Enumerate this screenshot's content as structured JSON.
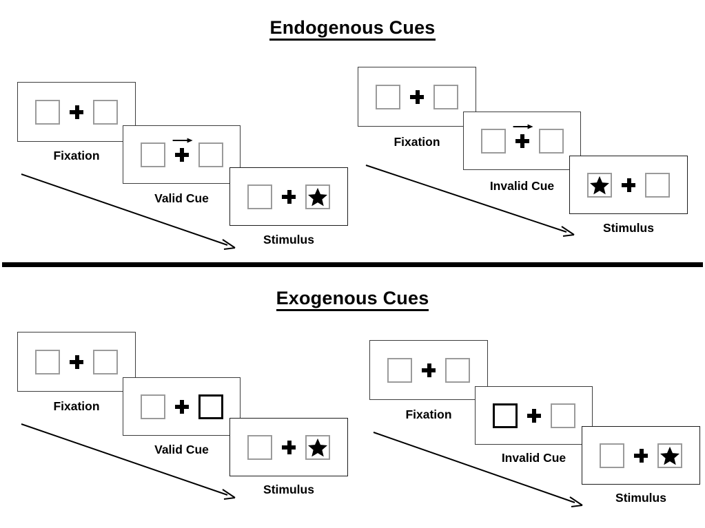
{
  "figure": {
    "type": "psychology-task-diagram",
    "description": "Posner cueing paradigm trial sequences for endogenous and exogenous cues"
  },
  "sections": [
    {
      "id": "endogenous",
      "title": "Endogenous Cues",
      "sequences": [
        {
          "id": "endogenous-valid",
          "validity": "valid",
          "frames": [
            {
              "label": "Fixation",
              "cue_type": "none",
              "left_box": "empty",
              "right_box": "empty",
              "arrow": "none",
              "center": "fixation-cross"
            },
            {
              "label": "Valid Cue",
              "cue_type": "central-arrow",
              "left_box": "empty",
              "right_box": "empty",
              "arrow": "right",
              "center": "fixation-cross"
            },
            {
              "label": "Stimulus",
              "cue_type": "none",
              "left_box": "empty",
              "right_box": "star",
              "arrow": "none",
              "center": "fixation-cross"
            }
          ]
        },
        {
          "id": "endogenous-invalid",
          "validity": "invalid",
          "frames": [
            {
              "label": "Fixation",
              "cue_type": "none",
              "left_box": "empty",
              "right_box": "empty",
              "arrow": "none",
              "center": "fixation-cross"
            },
            {
              "label": "Invalid Cue",
              "cue_type": "central-arrow",
              "left_box": "empty",
              "right_box": "empty",
              "arrow": "right",
              "center": "fixation-cross"
            },
            {
              "label": "Stimulus",
              "cue_type": "none",
              "left_box": "star",
              "right_box": "empty",
              "arrow": "none",
              "center": "fixation-cross"
            }
          ]
        }
      ]
    },
    {
      "id": "exogenous",
      "title": "Exogenous Cues",
      "sequences": [
        {
          "id": "exogenous-valid",
          "validity": "valid",
          "frames": [
            {
              "label": "Fixation",
              "cue_type": "none",
              "left_box": "empty",
              "right_box": "empty",
              "arrow": "none",
              "center": "fixation-cross"
            },
            {
              "label": "Valid Cue",
              "cue_type": "peripheral-box-highlight",
              "left_box": "empty",
              "right_box": "cued",
              "arrow": "none",
              "center": "fixation-cross"
            },
            {
              "label": "Stimulus",
              "cue_type": "none",
              "left_box": "empty",
              "right_box": "star",
              "arrow": "none",
              "center": "fixation-cross"
            }
          ]
        },
        {
          "id": "exogenous-invalid",
          "validity": "invalid",
          "frames": [
            {
              "label": "Fixation",
              "cue_type": "none",
              "left_box": "empty",
              "right_box": "empty",
              "arrow": "none",
              "center": "fixation-cross"
            },
            {
              "label": "Invalid Cue",
              "cue_type": "peripheral-box-highlight",
              "left_box": "cued",
              "right_box": "empty",
              "arrow": "none",
              "center": "fixation-cross"
            },
            {
              "label": "Stimulus",
              "cue_type": "none",
              "left_box": "empty",
              "right_box": "star",
              "arrow": "none",
              "center": "fixation-cross"
            }
          ]
        }
      ]
    }
  ],
  "colors": {
    "background": "#ffffff",
    "ink": "#000000",
    "panel_border": "#3b3b3b",
    "box_border": "#9a9a9a",
    "cued_box_border": "#000000",
    "divider": "#000000"
  }
}
